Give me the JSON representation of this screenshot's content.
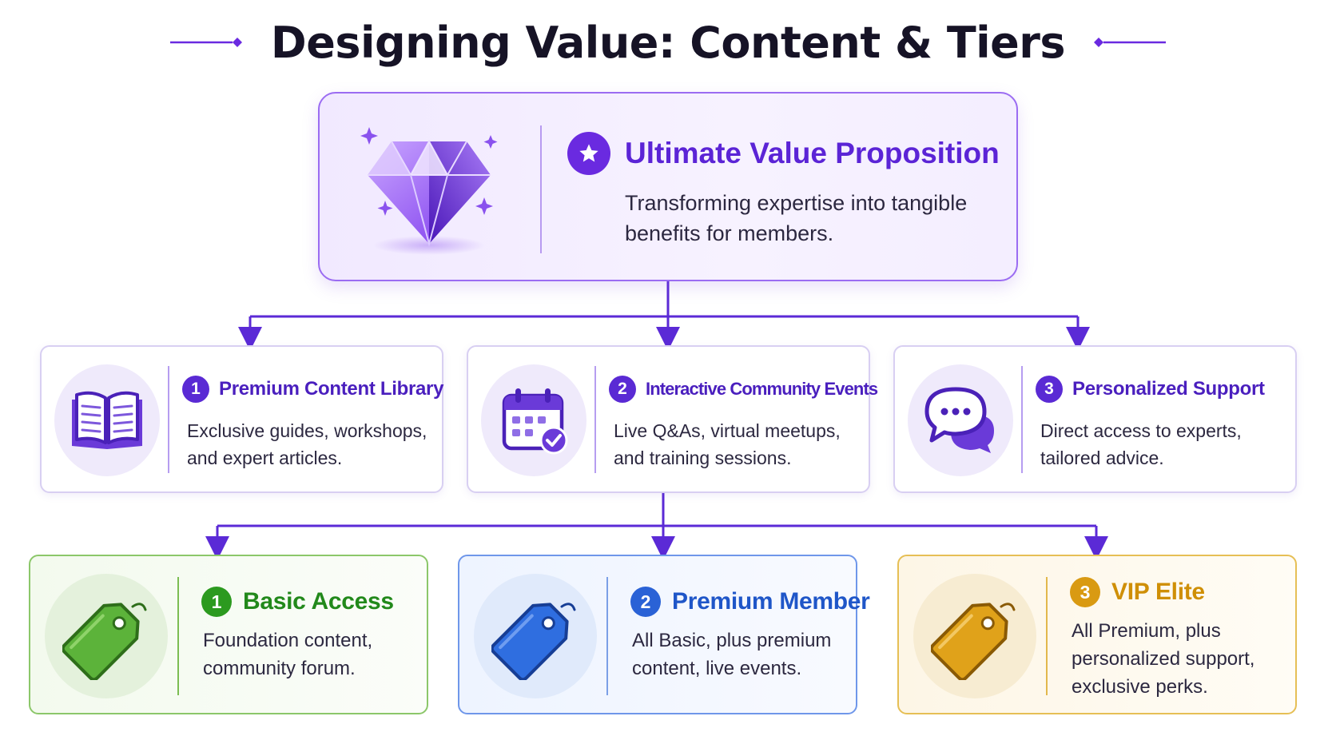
{
  "title": "Designing Value: Content & Tiers",
  "colors": {
    "primary_purple": "#6a2ae0",
    "basic_green": "#2c9a1f",
    "premium_blue": "#2a62d6",
    "vip_gold": "#d99a12"
  },
  "hero": {
    "icon": "diamond-icon",
    "badge_icon": "star-icon",
    "title": "Ultimate Value Proposition",
    "description": "Transforming expertise into tangible benefits for members."
  },
  "features": [
    {
      "number": "1",
      "icon": "book-icon",
      "title": "Premium Content Library",
      "description": "Exclusive guides, workshops, and expert articles."
    },
    {
      "number": "2",
      "icon": "calendar-check-icon",
      "title": "Interactive Community Events",
      "description": "Live Q&As, virtual meetups, and training sessions."
    },
    {
      "number": "3",
      "icon": "chat-bubbles-icon",
      "title": "Personalized Support",
      "description": "Direct access to experts, tailored advice."
    }
  ],
  "tiers": [
    {
      "number": "1",
      "icon": "price-tag-icon",
      "color": "#5cb33a",
      "title": "Basic Access",
      "description": "Foundation content, community forum."
    },
    {
      "number": "2",
      "icon": "price-tag-icon",
      "color": "#2f6ee0",
      "title": "Premium Member",
      "description": "All Basic, plus premium content, live events."
    },
    {
      "number": "3",
      "icon": "price-tag-icon",
      "color": "#e0a21a",
      "title": "VIP Elite",
      "description": "All Premium, plus personalized support, exclusive perks."
    }
  ]
}
